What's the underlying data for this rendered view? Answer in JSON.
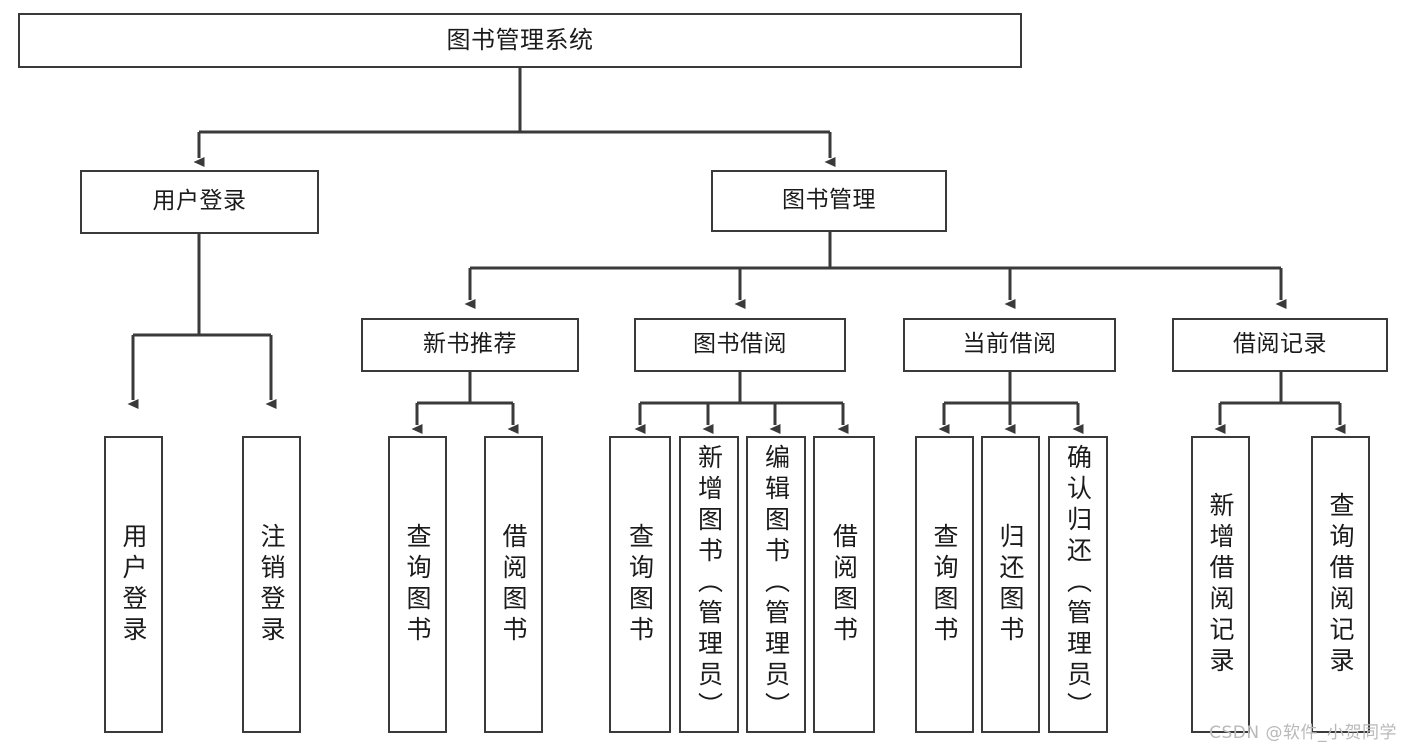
{
  "diagram": {
    "title_node": {
      "label": "图书管理系统"
    },
    "level1": [
      {
        "id": "user-login",
        "label": "用户登录"
      },
      {
        "id": "book-manage",
        "label": "图书管理"
      }
    ],
    "level2": [
      {
        "id": "new-book-recommend",
        "label": "新书推荐"
      },
      {
        "id": "book-borrow",
        "label": "图书借阅"
      },
      {
        "id": "current-borrow",
        "label": "当前借阅"
      },
      {
        "id": "borrow-record",
        "label": "借阅记录"
      }
    ],
    "leaves": {
      "user_login": [
        {
          "id": "leaf-user-login",
          "label": "用户登录"
        },
        {
          "id": "leaf-logout-login",
          "label": "注销登录"
        }
      ],
      "new_book_recommend": [
        {
          "id": "leaf-query-book-1",
          "label": "查询图书"
        },
        {
          "id": "leaf-borrow-book-1",
          "label": "借阅图书"
        }
      ],
      "book_borrow": [
        {
          "id": "leaf-query-book-2",
          "label": "查询图书"
        },
        {
          "id": "leaf-add-book-admin",
          "label": "新增图书（管理员）"
        },
        {
          "id": "leaf-edit-book-admin",
          "label": "编辑图书（管理员）"
        },
        {
          "id": "leaf-borrow-book-2",
          "label": "借阅图书"
        }
      ],
      "current_borrow": [
        {
          "id": "leaf-query-book-3",
          "label": "查询图书"
        },
        {
          "id": "leaf-return-book",
          "label": "归还图书"
        },
        {
          "id": "leaf-confirm-return-admin",
          "label": "确认归还（管理员）"
        }
      ],
      "borrow_record": [
        {
          "id": "leaf-add-borrow-record",
          "label": "新增借阅记录"
        },
        {
          "id": "leaf-query-borrow-record",
          "label": "查询借阅记录"
        }
      ]
    },
    "watermark": "CSDN @软件_小贺同学",
    "colors": {
      "stroke": "#3a3a3a",
      "box_fill": "#ffffff",
      "text": "#1b1b1b",
      "watermark": "#b9b9b9",
      "background": "#ffffff"
    }
  }
}
